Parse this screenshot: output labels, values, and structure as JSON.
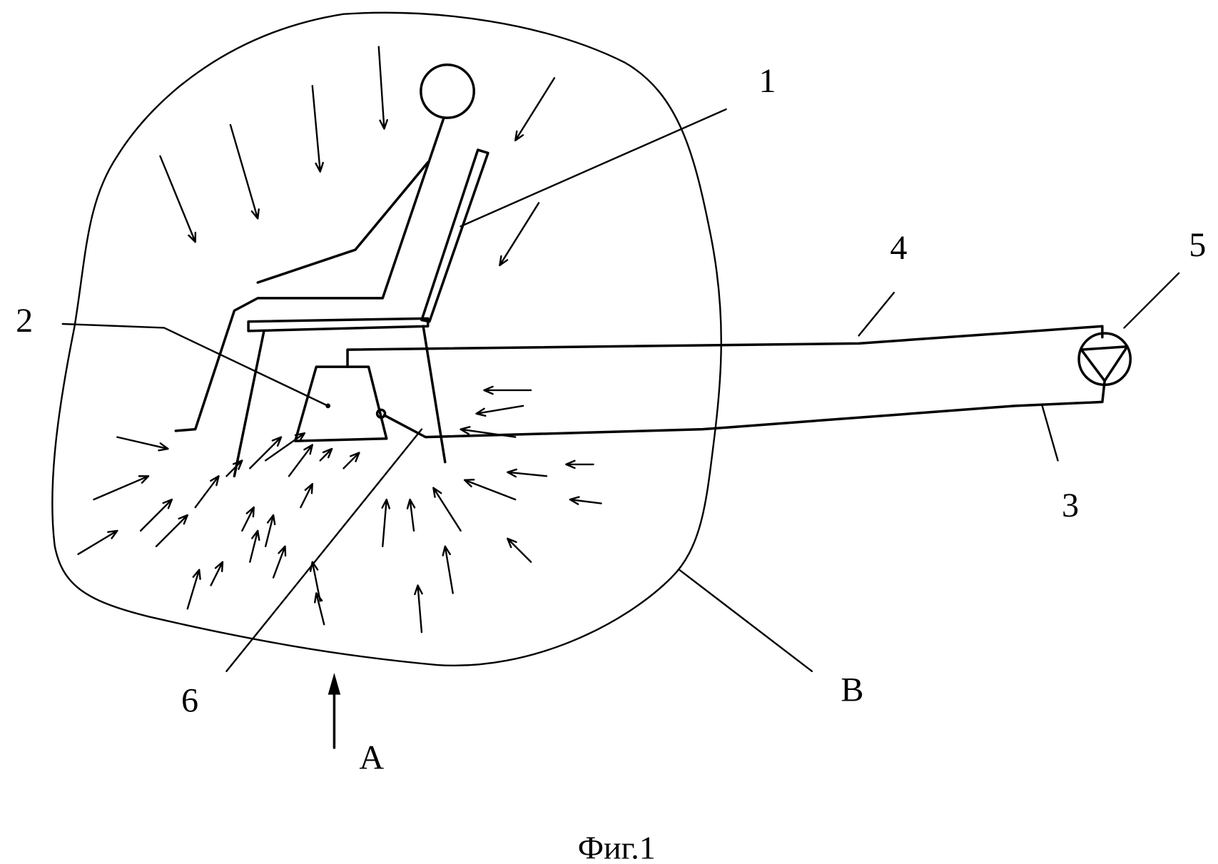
{
  "labels": {
    "n1": "1",
    "n2": "2",
    "n3": "3",
    "n4": "4",
    "n5": "5",
    "n6": "6",
    "a": "A",
    "b": "B"
  },
  "caption": "Фиг.1"
}
